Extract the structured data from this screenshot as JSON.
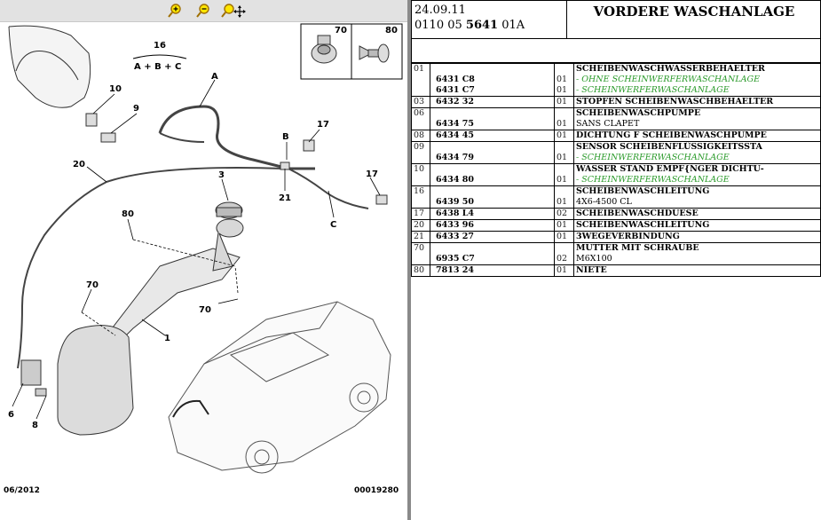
{
  "toolbar": {
    "zoom_in": "zoom-in-icon",
    "zoom_out": "zoom-out-icon",
    "zoom_pan": "zoom-pan-icon"
  },
  "diagram": {
    "group_label": "16",
    "group_formula": "A + B + C",
    "callouts": [
      "70",
      "80",
      "10",
      "9",
      "A",
      "17",
      "B",
      "20",
      "3",
      "21",
      "17",
      "C",
      "80",
      "70",
      "70",
      "1",
      "6",
      "8"
    ],
    "footer_left": "06/2012",
    "footer_right": "00019280"
  },
  "header": {
    "date": "24.09.11",
    "ref_prefix": "0110 05",
    "ref_bold": "5641",
    "ref_suffix": "01A",
    "title": "VORDERE WASCHANLAGE"
  },
  "parts": [
    {
      "pos": "01",
      "refs": [
        "6431 C8",
        "6431 C7"
      ],
      "qtys": [
        "01",
        "01"
      ],
      "desc": "SCHEIBENWASCHWASSERBEHAELTER",
      "notes": [],
      "green": [
        "- OHNE SCHEINWERFERWASCHANLAGE",
        "- SCHEINWERFERWASCHANLAGE"
      ]
    },
    {
      "pos": "03",
      "refs": [
        "6432 32"
      ],
      "qtys": [
        "01"
      ],
      "desc": "STOPFEN SCHEIBENWASCHBEHAELTER",
      "notes": [],
      "green": []
    },
    {
      "pos": "06",
      "refs": [
        "6434 75"
      ],
      "qtys": [
        "01"
      ],
      "desc": "SCHEIBENWASCHPUMPE",
      "notes": [
        "SANS CLAPET"
      ],
      "green": []
    },
    {
      "pos": "08",
      "refs": [
        "6434 45"
      ],
      "qtys": [
        "01"
      ],
      "desc": "DICHTUNG F SCHEIBENWASCHPUMPE",
      "notes": [],
      "green": []
    },
    {
      "pos": "09",
      "refs": [
        "6434 79"
      ],
      "qtys": [
        "01"
      ],
      "desc": "SENSOR SCHEIBENFLÜSSIGKEITSSTA",
      "notes": [],
      "green": [
        "- SCHEINWERFERWASCHANLAGE"
      ]
    },
    {
      "pos": "10",
      "refs": [
        "6434 80"
      ],
      "qtys": [
        "01"
      ],
      "desc": "WASSER STAND EMPF{NGER DICHTU-",
      "notes": [],
      "green": [
        "- SCHEINWERFERWASCHANLAGE"
      ]
    },
    {
      "pos": "16",
      "refs": [
        "6439 50"
      ],
      "qtys": [
        "01"
      ],
      "desc": "SCHEIBENWASCHLEITUNG",
      "notes": [
        "4X6-4500 CL"
      ],
      "green": []
    },
    {
      "pos": "17",
      "refs": [
        "6438 L4"
      ],
      "qtys": [
        "02"
      ],
      "desc": "SCHEIBENWASCHDUESE",
      "notes": [],
      "green": []
    },
    {
      "pos": "20",
      "refs": [
        "6433 96"
      ],
      "qtys": [
        "01"
      ],
      "desc": "SCHEIBENWASCHLEITUNG",
      "notes": [],
      "green": []
    },
    {
      "pos": "21",
      "refs": [
        "6433 27"
      ],
      "qtys": [
        "01"
      ],
      "desc": "3WEGEVERBINDUNG",
      "notes": [],
      "green": []
    },
    {
      "pos": "70",
      "refs": [
        "6935 C7"
      ],
      "qtys": [
        "02"
      ],
      "desc": "MUTTER MIT SCHRAUBE",
      "notes": [
        "M6X100"
      ],
      "green": []
    },
    {
      "pos": "80",
      "refs": [
        "7813 24"
      ],
      "qtys": [
        "01"
      ],
      "desc": "NIETE",
      "notes": [],
      "green": []
    }
  ]
}
